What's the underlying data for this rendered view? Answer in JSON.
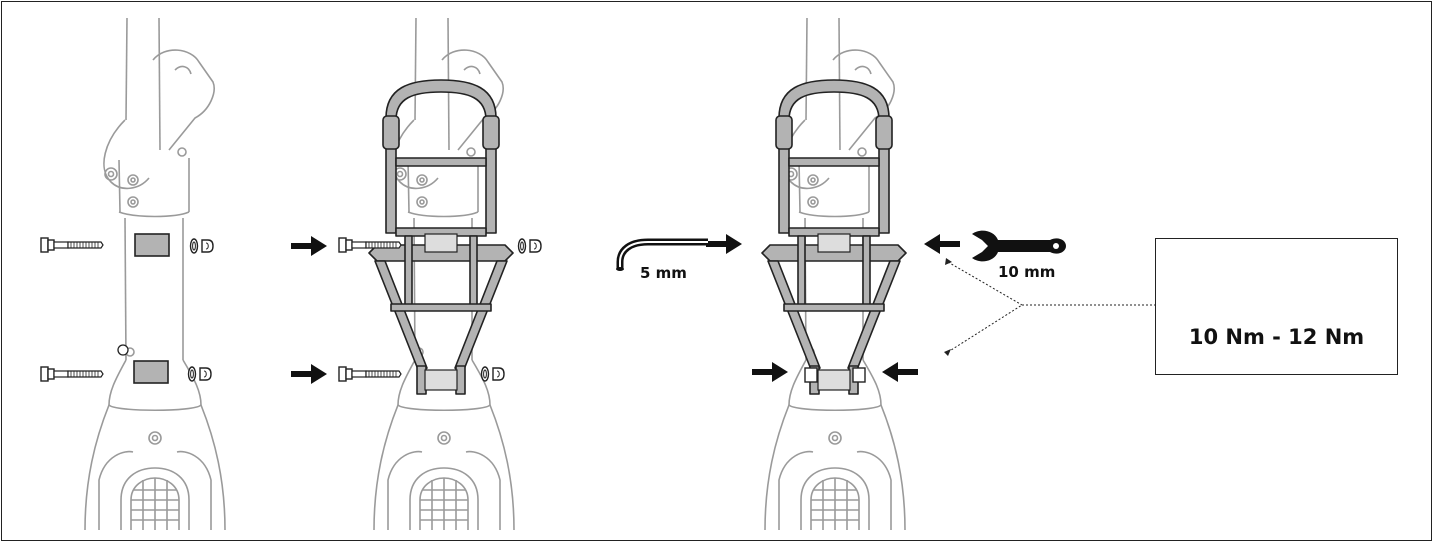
{
  "tools": {
    "hex_key": {
      "icon": "hex-key-icon",
      "size_label": "5 mm"
    },
    "wrench": {
      "icon": "wrench-icon",
      "size_label": "10 mm"
    }
  },
  "torque": {
    "warning_icon": "warning-icon",
    "tighten_icon": "torque-tighten-icon",
    "value": "10 Nm - 12 Nm"
  },
  "colors": {
    "line": "#222222",
    "part_gray": "#9a9a9a",
    "rack_fill": "#b3b3b3"
  }
}
